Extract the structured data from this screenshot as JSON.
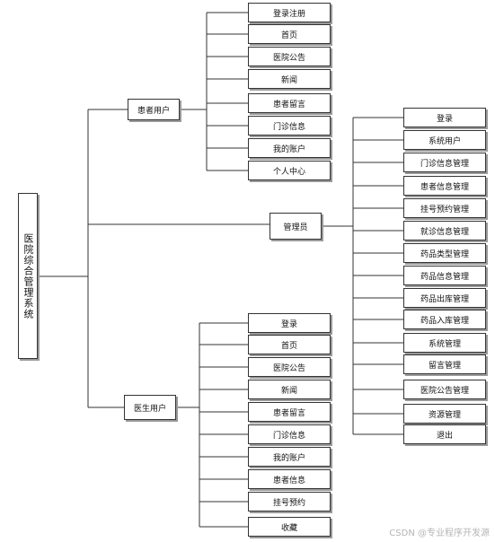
{
  "root": "医院综合管理系统",
  "branches": {
    "patient": {
      "label": "患者用户",
      "items": [
        "登录注册",
        "首页",
        "医院公告",
        "新闻",
        "患者留言",
        "门诊信息",
        "我的账户",
        "个人中心"
      ]
    },
    "admin": {
      "label": "管理员",
      "items": [
        "登录",
        "系统用户",
        "门诊信息管理",
        "患者信息管理",
        "挂号预约管理",
        "就诊信息管理",
        "药品类型管理",
        "药品信息管理",
        "药品出库管理",
        "药品入库管理",
        "系统管理",
        "留言管理",
        "医院公告管理",
        "资源管理",
        "退出"
      ]
    },
    "doctor": {
      "label": "医生用户",
      "items": [
        "登录",
        "首页",
        "医院公告",
        "新闻",
        "患者留言",
        "门诊信息",
        "我的账户",
        "患者信息",
        "挂号预约",
        "收藏"
      ]
    }
  },
  "watermark": "CSDN @专业程序开发源"
}
